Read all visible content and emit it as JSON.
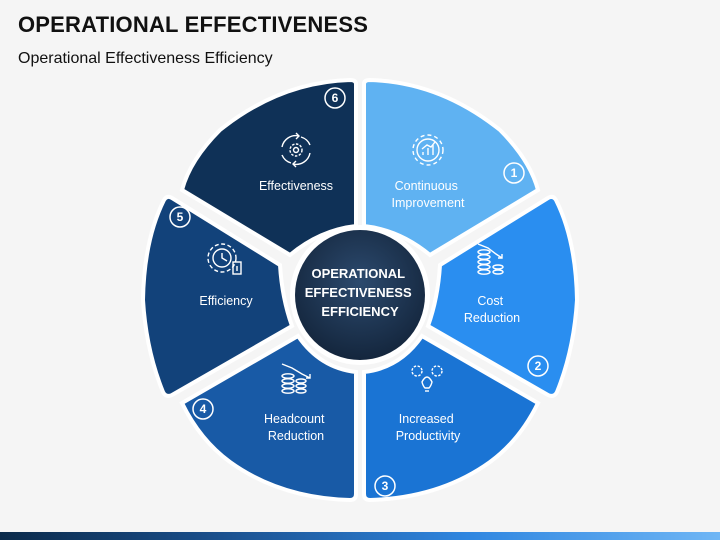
{
  "header": {
    "title": "OPERATIONAL EFFECTIVENESS",
    "subtitle": "Operational Effectiveness Efficiency"
  },
  "center": {
    "lines": [
      "OPERATIONAL",
      "EFFECTIVENESS",
      "EFFICIENCY"
    ],
    "color": "#1f3550"
  },
  "segments": [
    {
      "number": "1",
      "lines": [
        "Continuous",
        "Improvement"
      ],
      "icon": "gear-chart-icon",
      "color": "#5fb2f2"
    },
    {
      "number": "2",
      "lines": [
        "Cost",
        "Reduction"
      ],
      "icon": "coins-down-icon",
      "color": "#2a8ef0"
    },
    {
      "number": "3",
      "lines": [
        "Increased",
        "Productivity"
      ],
      "icon": "gears-bulb-icon",
      "color": "#1a74d4"
    },
    {
      "number": "4",
      "lines": [
        "Headcount",
        "Reduction"
      ],
      "icon": "coins-down-icon",
      "color": "#185aa6"
    },
    {
      "number": "5",
      "lines": [
        "Efficiency"
      ],
      "icon": "clock-gear-icon",
      "color": "#12427a"
    },
    {
      "number": "6",
      "lines": [
        "Effectiveness"
      ],
      "icon": "cycle-gear-icon",
      "color": "#0f3157"
    }
  ]
}
